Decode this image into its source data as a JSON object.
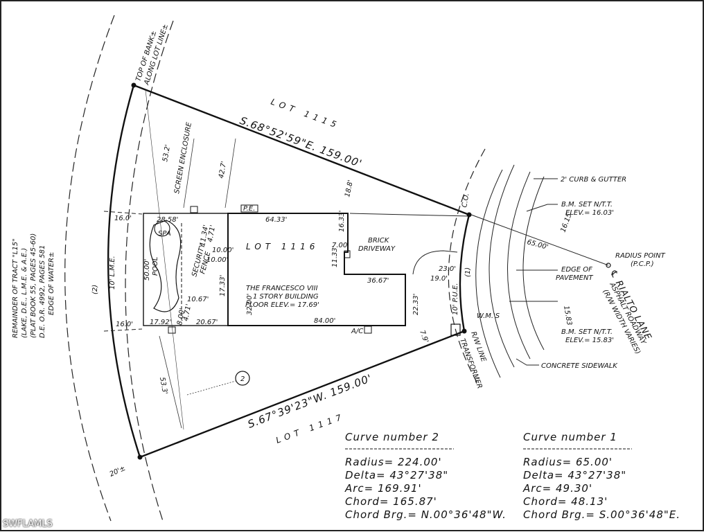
{
  "lots": {
    "lot_1115": "LOT 1115",
    "lot_1116": "LOT 1116",
    "lot_1117": "LOT 1117"
  },
  "bearings": {
    "north": "S.68°52'59\"E. 159.00'",
    "south": "S.67°39'23\"W. 159.00'"
  },
  "tract": {
    "line1": "REMAINDER OF TRACT \"L15\"",
    "line2": "(LAKE, D.E., L.M.E. & A.E.)",
    "line3": "(PLAT BOOK 55, PAGES 45-60)",
    "line4": "D.E. O.R. 4992, PAGES 581",
    "line5": "EDGE OF WATER±"
  },
  "top_of_bank": {
    "line1": "TOP OF BANK±",
    "line2": "ALONG LOT LINE±"
  },
  "labels": {
    "screen_enclosure": "SCREEN ENCLOSURE",
    "spa": "SPA",
    "pool": "POOL",
    "security_fence_1": "SECURITY",
    "security_fence_2": "FENCE",
    "pe": "P.E.",
    "brick_1": "BRICK",
    "brick_2": "DRIVEWAY",
    "building_1": "THE FRANCESCO VIII",
    "building_2": "1 STORY BUILDING",
    "building_3": "FLOOR ELEV.= 17.69'",
    "lme": "10' L.M.E.",
    "pue": "10' P.U.E.",
    "ac": "A/C",
    "co": "C.O.",
    "wms": "W.M.'S",
    "rw_line": "R/W LINE",
    "transformer": "TRANSFORMER",
    "curve1_marker": "(1)",
    "curve2_marker": "(2)",
    "circle_marker": "2"
  },
  "dims": {
    "d53_2": "53.2'",
    "d42_7": "42.7'",
    "d18_8": "18.8'",
    "d16_0a": "16.0'",
    "d16_0b": "16.0'",
    "d28_58": "28.58'",
    "d64_33": "64.33'",
    "d16_33": "16.33'",
    "d7_00": "7.00'",
    "d11_34": "11.34'",
    "d4_71a": "4.71'",
    "d10_00a": "10.00'",
    "d10_00b": "10.00'",
    "d50_00": "50.00'",
    "d17_33": "17.33'",
    "d11_33": "11.33'",
    "d36_67": "36.67'",
    "d23_0": "23.0'",
    "d19_0": "19.0'",
    "d32_00": "32.00'",
    "d22_33": "22.33'",
    "d10_67": "10.67'",
    "d8_00": "8.00'",
    "d4_71b": "4.71'",
    "d17_92": "17.92'",
    "d20_67": "20.67'",
    "d84_00": "84.00'",
    "d7_9": "7.9'",
    "d53_3": "53.3'",
    "d20": "20'±",
    "d16_15": "16.15",
    "d65_00": "65.00'",
    "d15_83": "15.83"
  },
  "road": {
    "curb": "2' CURB & GUTTER",
    "bm1_1": "B.M. SET N/T.T.",
    "bm1_2": "ELEV.= 16.03'",
    "radius_1": "RADIUS POINT",
    "radius_2": "(P.C.P.)",
    "edge_1": "EDGE OF",
    "edge_2": "PAVEMENT",
    "bm2_1": "B.M. SET N/T.T.",
    "bm2_2": "ELEV.= 15.83'",
    "sidewalk": "CONCRETE SIDEWALK",
    "street_1": "℄ RIALTO LANE",
    "street_2": "ASPHALT ROADWAY",
    "street_3": "(R/W WIDTH VARIES)"
  },
  "curve2": {
    "title": "Curve number 2",
    "radius": "Radius= 224.00'",
    "delta": "Delta= 43°27'38\"",
    "arc": "Arc= 169.91'",
    "chord": "Chord= 165.87'",
    "brg": "Chord Brg.= N.00°36'48\"W."
  },
  "curve1": {
    "title": "Curve number 1",
    "radius": "Radius= 65.00'",
    "delta": "Delta= 43°27'38\"",
    "arc": "Arc= 49.30'",
    "chord": "Chord= 48.13'",
    "brg": "Chord Brg.= S.00°36'48\"E."
  },
  "watermark": "SWFLAMLS"
}
